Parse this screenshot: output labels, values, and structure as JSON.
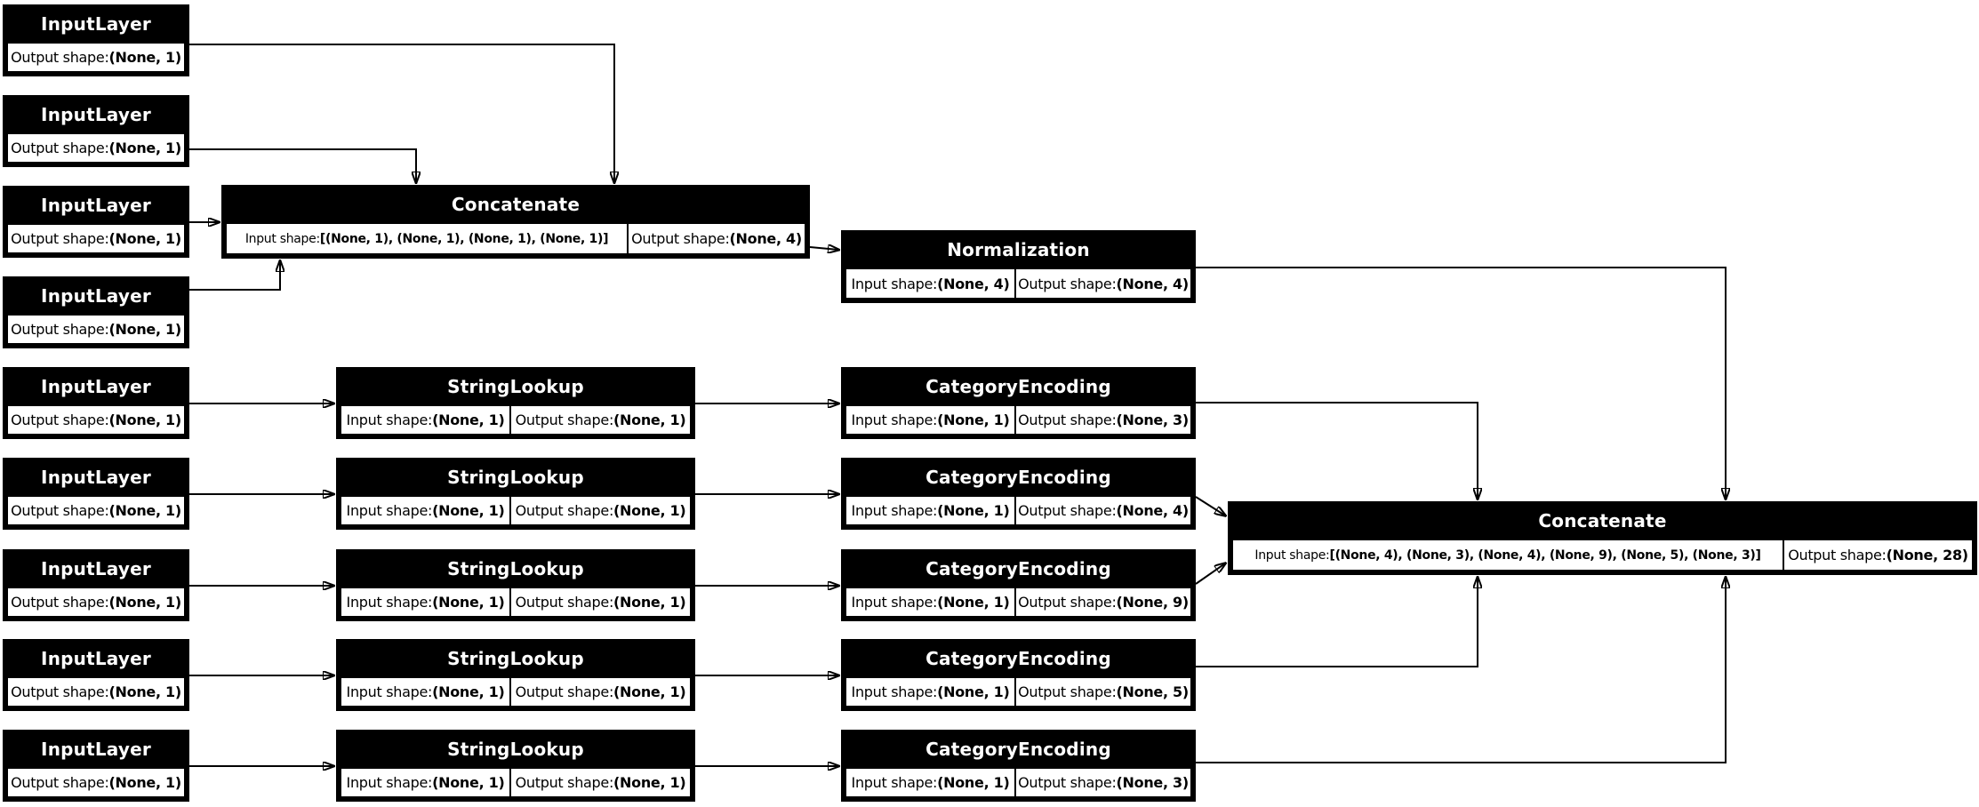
{
  "diagram": {
    "kind": "keras-model-architecture-graph",
    "background": "#ffffff",
    "colors": {
      "node_fill": "#000000",
      "node_title_text": "#ffffff",
      "cell_fill": "#ffffff",
      "cell_text": "#000000",
      "edge": "#000000"
    }
  },
  "labels": {
    "input_prefix": "Input shape: ",
    "output_prefix": "Output shape: "
  },
  "nodes": {
    "il1": {
      "title": "InputLayer",
      "output_shape": "(None, 1)"
    },
    "il2": {
      "title": "InputLayer",
      "output_shape": "(None, 1)"
    },
    "il3": {
      "title": "InputLayer",
      "output_shape": "(None, 1)"
    },
    "il4": {
      "title": "InputLayer",
      "output_shape": "(None, 1)"
    },
    "il5": {
      "title": "InputLayer",
      "output_shape": "(None, 1)"
    },
    "il6": {
      "title": "InputLayer",
      "output_shape": "(None, 1)"
    },
    "il7": {
      "title": "InputLayer",
      "output_shape": "(None, 1)"
    },
    "il8": {
      "title": "InputLayer",
      "output_shape": "(None, 1)"
    },
    "il9": {
      "title": "InputLayer",
      "output_shape": "(None, 1)"
    },
    "concat1": {
      "title": "Concatenate",
      "input_shape": "[(None, 1), (None, 1), (None, 1), (None, 1)]",
      "output_shape": "(None, 4)"
    },
    "norm": {
      "title": "Normalization",
      "input_shape": "(None, 4)",
      "output_shape": "(None, 4)"
    },
    "sl1": {
      "title": "StringLookup",
      "input_shape": "(None, 1)",
      "output_shape": "(None, 1)"
    },
    "sl2": {
      "title": "StringLookup",
      "input_shape": "(None, 1)",
      "output_shape": "(None, 1)"
    },
    "sl3": {
      "title": "StringLookup",
      "input_shape": "(None, 1)",
      "output_shape": "(None, 1)"
    },
    "sl4": {
      "title": "StringLookup",
      "input_shape": "(None, 1)",
      "output_shape": "(None, 1)"
    },
    "sl5": {
      "title": "StringLookup",
      "input_shape": "(None, 1)",
      "output_shape": "(None, 1)"
    },
    "ce1": {
      "title": "CategoryEncoding",
      "input_shape": "(None, 1)",
      "output_shape": "(None, 3)"
    },
    "ce2": {
      "title": "CategoryEncoding",
      "input_shape": "(None, 1)",
      "output_shape": "(None, 4)"
    },
    "ce3": {
      "title": "CategoryEncoding",
      "input_shape": "(None, 1)",
      "output_shape": "(None, 9)"
    },
    "ce4": {
      "title": "CategoryEncoding",
      "input_shape": "(None, 1)",
      "output_shape": "(None, 5)"
    },
    "ce5": {
      "title": "CategoryEncoding",
      "input_shape": "(None, 1)",
      "output_shape": "(None, 3)"
    },
    "concat2": {
      "title": "Concatenate",
      "input_shape": "[(None, 4), (None, 3), (None, 4), (None, 9), (None, 5), (None, 3)]",
      "output_shape": "(None, 28)"
    }
  },
  "edges": [
    {
      "from": "il1",
      "to": "concat1"
    },
    {
      "from": "il2",
      "to": "concat1"
    },
    {
      "from": "il3",
      "to": "concat1"
    },
    {
      "from": "il4",
      "to": "concat1"
    },
    {
      "from": "concat1",
      "to": "norm"
    },
    {
      "from": "norm",
      "to": "concat2"
    },
    {
      "from": "il5",
      "to": "sl1"
    },
    {
      "from": "il6",
      "to": "sl2"
    },
    {
      "from": "il7",
      "to": "sl3"
    },
    {
      "from": "il8",
      "to": "sl4"
    },
    {
      "from": "il9",
      "to": "sl5"
    },
    {
      "from": "sl1",
      "to": "ce1"
    },
    {
      "from": "sl2",
      "to": "ce2"
    },
    {
      "from": "sl3",
      "to": "ce3"
    },
    {
      "from": "sl4",
      "to": "ce4"
    },
    {
      "from": "sl5",
      "to": "ce5"
    },
    {
      "from": "ce1",
      "to": "concat2"
    },
    {
      "from": "ce2",
      "to": "concat2"
    },
    {
      "from": "ce3",
      "to": "concat2"
    },
    {
      "from": "ce4",
      "to": "concat2"
    },
    {
      "from": "ce5",
      "to": "concat2"
    }
  ]
}
